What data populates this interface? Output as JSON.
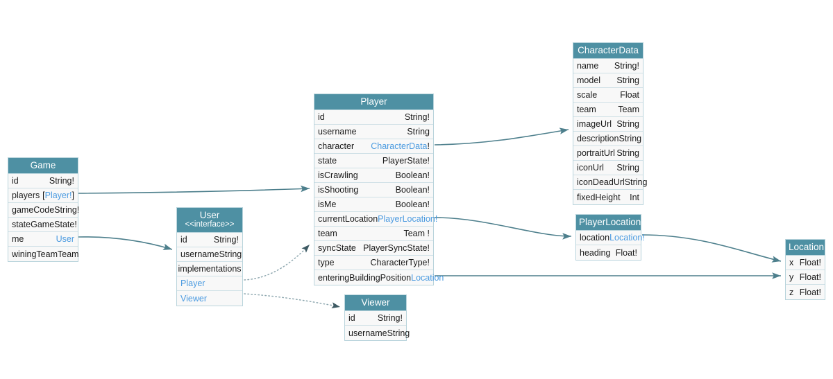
{
  "diagram": {
    "title": "GraphQL Schema Entity Diagram",
    "colors": {
      "header_fill": "#4e90a3",
      "header_text": "#ffffff",
      "row_fill": "#f8f8f8",
      "row_border": "#cfe0e6",
      "entity_border": "#b9d4dc",
      "edge_stroke": "#4d7f8c",
      "type_reference": "#4a9ae0",
      "type_scalar": "#1a1a1a"
    }
  },
  "entities": {
    "game": {
      "name": "Game",
      "fields": [
        {
          "name": "id",
          "type": "String!",
          "ref": false
        },
        {
          "name": "players",
          "type": "[Player!]",
          "ref": true,
          "bracketed": true,
          "inner": "Player!"
        },
        {
          "name": "gameCode",
          "type": "String!",
          "ref": false
        },
        {
          "name": "state",
          "type": "GameState!",
          "ref": false
        },
        {
          "name": "me",
          "type": "User",
          "ref": true
        },
        {
          "name": "winingTeam",
          "type": "Team",
          "ref": false
        }
      ]
    },
    "user": {
      "name": "User",
      "stereotype": "<<interface>>",
      "fields": [
        {
          "name": "id",
          "type": "String!",
          "ref": false
        },
        {
          "name": "username",
          "type": "String",
          "ref": false
        }
      ],
      "implementations_label": "implementations",
      "implementations": [
        {
          "name": "Player"
        },
        {
          "name": "Viewer"
        }
      ]
    },
    "player": {
      "name": "Player",
      "fields": [
        {
          "name": "id",
          "type": "String!",
          "ref": false
        },
        {
          "name": "username",
          "type": "String",
          "ref": false
        },
        {
          "name": "character",
          "type": "CharacterData!",
          "ref": true,
          "refname": "CharacterData",
          "suffix": "!"
        },
        {
          "name": "state",
          "type": "PlayerState!",
          "ref": false
        },
        {
          "name": "isCrawling",
          "type": "Boolean!",
          "ref": false
        },
        {
          "name": "isShooting",
          "type": "Boolean!",
          "ref": false
        },
        {
          "name": "isMe",
          "type": "Boolean!",
          "ref": false
        },
        {
          "name": "currentLocation",
          "type": "PlayerLocation!",
          "ref": true,
          "refname": "PlayerLocation",
          "suffix": "!"
        },
        {
          "name": "team",
          "type": "Team !",
          "ref": false
        },
        {
          "name": "syncState",
          "type": "PlayerSyncState!",
          "ref": false
        },
        {
          "name": "type",
          "type": "CharacterType!",
          "ref": false
        },
        {
          "name": "enteringBuildingPosition",
          "type": "Location",
          "ref": true
        }
      ]
    },
    "characterData": {
      "name": "CharacterData",
      "fields": [
        {
          "name": "name",
          "type": "String!",
          "ref": false
        },
        {
          "name": "model",
          "type": "String",
          "ref": false
        },
        {
          "name": "scale",
          "type": "Float",
          "ref": false
        },
        {
          "name": "team",
          "type": "Team",
          "ref": false
        },
        {
          "name": "imageUrl",
          "type": "String",
          "ref": false
        },
        {
          "name": "description",
          "type": "String",
          "ref": false
        },
        {
          "name": "portraitUrl",
          "type": "String",
          "ref": false
        },
        {
          "name": "iconUrl",
          "type": "String",
          "ref": false
        },
        {
          "name": "iconDeadUrl",
          "type": "String",
          "ref": false
        },
        {
          "name": "fixedHeight",
          "type": "Int",
          "ref": false
        }
      ]
    },
    "playerLocation": {
      "name": "PlayerLocation",
      "fields": [
        {
          "name": "location",
          "type": "Location!",
          "ref": true
        },
        {
          "name": "heading",
          "type": "Float!",
          "ref": false
        }
      ]
    },
    "location": {
      "name": "Location",
      "fields": [
        {
          "name": "x",
          "type": "Float!",
          "ref": false
        },
        {
          "name": "y",
          "type": "Float!",
          "ref": false
        },
        {
          "name": "z",
          "type": "Float!",
          "ref": false
        }
      ]
    },
    "viewer": {
      "name": "Viewer",
      "fields": [
        {
          "name": "id",
          "type": "String!",
          "ref": false
        },
        {
          "name": "username",
          "type": "String",
          "ref": false
        }
      ]
    }
  },
  "edges": [
    {
      "from": "game.players",
      "to": "player",
      "style": "solid"
    },
    {
      "from": "game.me",
      "to": "user",
      "style": "solid"
    },
    {
      "from": "player.character",
      "to": "characterData",
      "style": "solid"
    },
    {
      "from": "player.currentLocation",
      "to": "playerLocation",
      "style": "solid"
    },
    {
      "from": "player.enteringBuildingPosition",
      "to": "location",
      "style": "solid"
    },
    {
      "from": "playerLocation.location",
      "to": "location",
      "style": "solid"
    },
    {
      "from": "user.Player",
      "to": "player",
      "style": "dotted"
    },
    {
      "from": "user.Viewer",
      "to": "viewer",
      "style": "dotted"
    }
  ]
}
